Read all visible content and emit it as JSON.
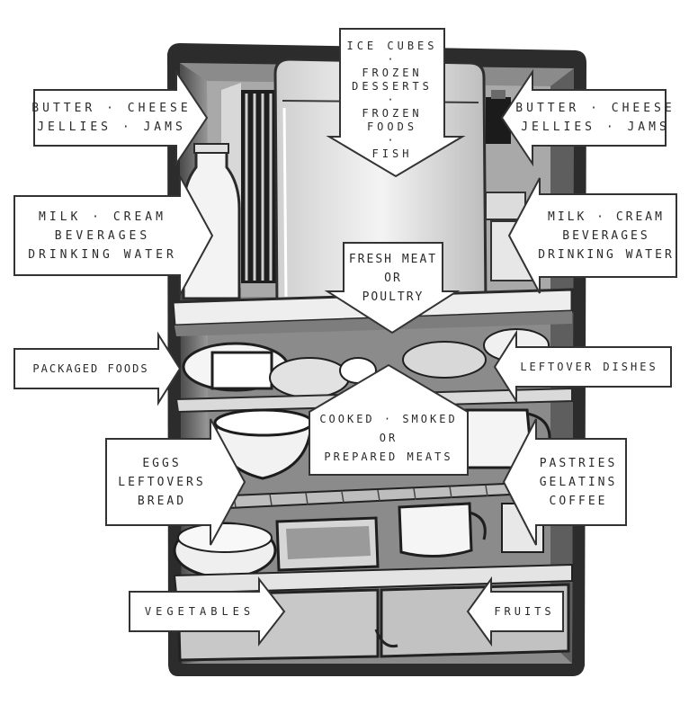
{
  "labels": {
    "ice_cubes": [
      "ICE CUBES",
      "·",
      "FROZEN",
      "DESSERTS",
      "·",
      "FROZEN",
      "FOODS",
      "·",
      "FISH"
    ],
    "butter_left": [
      "BUTTER · CHEESE",
      "JELLIES · JAMS"
    ],
    "butter_right": [
      "BUTTER · CHEESE",
      "JELLIES · JAMS"
    ],
    "milk_left": [
      "MILK · CREAM",
      "BEVERAGES",
      "DRINKING WATER"
    ],
    "milk_right": [
      "MILK · CREAM",
      "BEVERAGES",
      "DRINKING WATER"
    ],
    "fresh_meat": [
      "FRESH MEAT",
      "OR",
      "POULTRY"
    ],
    "packaged_foods": [
      "PACKAGED FOODS"
    ],
    "leftover_dishes": [
      "LEFTOVER DISHES"
    ],
    "cooked_meats": [
      "COOKED · SMOKED",
      "OR",
      "PREPARED MEATS"
    ],
    "eggs": [
      "EGGS",
      "LEFTOVERS",
      "BREAD"
    ],
    "pastries": [
      "PASTRIES",
      "GELATINS",
      "COFFEE"
    ],
    "vegetables": [
      "VEGETABLES"
    ],
    "fruits": [
      "FRUITS"
    ]
  }
}
